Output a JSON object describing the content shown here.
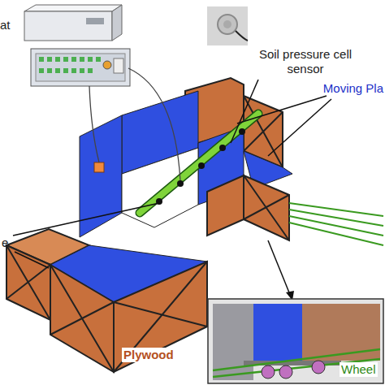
{
  "diagram": {
    "labels": [
      "at",
      "Soil pressure cell sensor",
      "Moving Pla",
      "e",
      "Plywood",
      "Wheel"
    ]
  }
}
